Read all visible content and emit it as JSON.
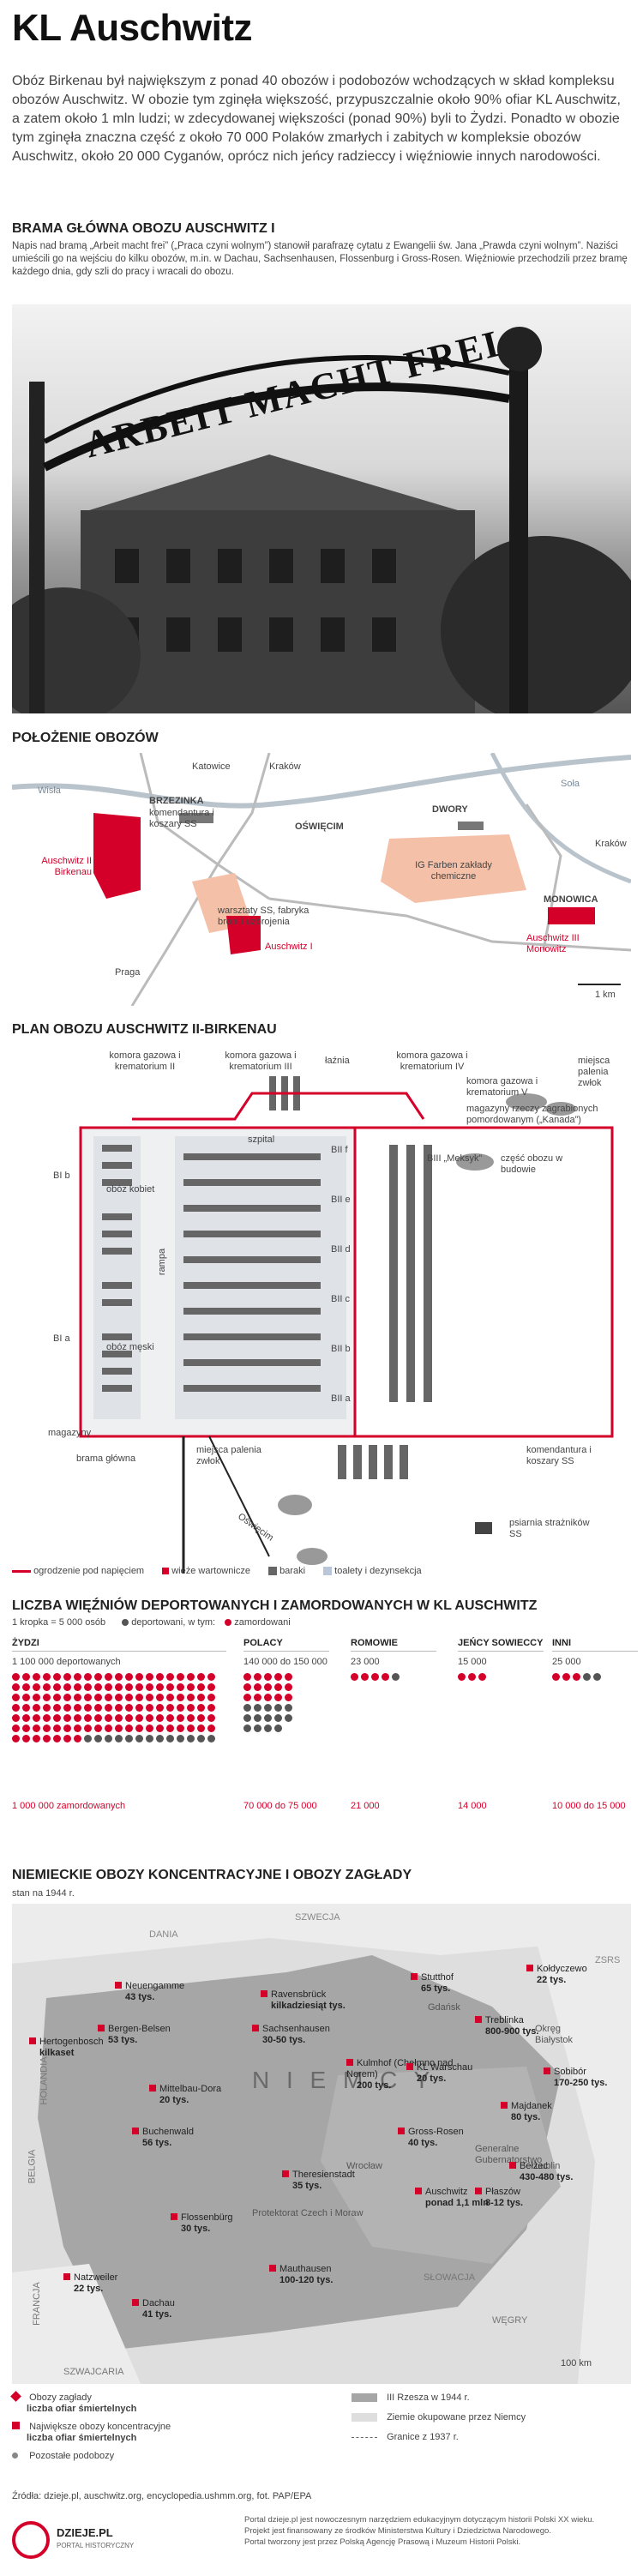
{
  "title": "KL Auschwitz",
  "intro": "Obóz Birkenau był największym z ponad 40 obozów i podobozów wchodzących w skład kompleksu obozów Auschwitz. W obozie tym zginęła większość, przypuszczalnie około 90% ofiar KL Auschwitz, a zatem około 1 mln ludzi; w zdecydowanej większości (ponad 90%) byli to Żydzi. Ponadto w obozie tym zginęła znaczna część z około 70 000 Polaków zmarłych i zabitych w kompleksie obozów Auschwitz, około 20 000 Cyganów, oprócz nich jeńcy radzieccy i więźniowie innych narodowości.",
  "gate": {
    "heading": "BRAMA GŁÓWNA OBOZU AUSCHWITZ I",
    "text": "Napis nad bramą „Arbeit macht frei” („Praca czyni wolnym”) stanowił parafrazę cytatu z Ewangelii św. Jana „Prawda czyni wolnym”. Naziści umieścili go na wejściu do kilku obozów, m.in. w Dachau, Sachsenhausen, Flossenburg i Gross-Rosen. Więźniowie przechodzili przez bramę każdego dnia, gdy szli do pracy i wracali do obozu.",
    "sign_text": "ARBEIT MACHT FREI"
  },
  "location": {
    "heading": "POŁOŻENIE OBOZÓW",
    "labels": {
      "wisla": "Wisła",
      "sola": "Soła",
      "katowice": "Katowice",
      "krakow1": "Kraków",
      "krakow2": "Kraków",
      "praga": "Praga",
      "brzezinka": "BRZEZINKA",
      "komendantura": "komendantura i koszary SS",
      "oswiecim": "OŚWIĘCIM",
      "dwory": "DWORY",
      "igfarben": "IG Farben zakłady chemiczne",
      "monowica": "MONOWICA",
      "warsztaty": "warsztaty SS, fabryka broni i uzbrojenia",
      "auschwitz2": "Auschwitz II Birkenau",
      "auschwitz1": "Auschwitz I",
      "auschwitz3": "Auschwitz III Monowitz",
      "scale": "1 km"
    }
  },
  "plan": {
    "heading": "PLAN OBOZU AUSCHWITZ II-BIRKENAU",
    "labels": {
      "gas2": "komora gazowa i krematorium II",
      "gas3": "komora gazowa i krematorium III",
      "laznia": "łaźnia",
      "gas4": "komora gazowa i krematorium IV",
      "palenia1": "miejsca palenia zwłok",
      "gas5": "komora gazowa i krematorium V",
      "kanada": "magazyny rzeczy zagrabionych pomordowanym („Kanada”)",
      "meksyk": "BIII „Meksyk”",
      "budowa": "część obozu w budowie",
      "szpital": "szpital",
      "obozkobiet": "obóz kobiet",
      "oboz_meski": "obóz męski",
      "rampa": "rampa",
      "magazyny": "magazyny",
      "brama": "brama główna",
      "palenia2": "miejsca palenia zwłok",
      "kom_ss": "komendantura i koszary SS",
      "psiarnia": "psiarnia strażników SS",
      "oswiecim": "Oświęcim",
      "blb1": "BI b",
      "bla": "BI a",
      "bllf": "BII f",
      "blle": "BII e",
      "blld": "BII d",
      "bllc": "BII c",
      "bllb": "BII b",
      "blla": "BII a"
    },
    "legend": {
      "fence": "ogrodzenie pod napięciem",
      "tower": "wieże wartownicze",
      "barracks": "baraki",
      "toilets": "toalety i dezynsekcja"
    }
  },
  "prisoners": {
    "heading": "LICZBA WIĘŹNIÓW DEPORTOWANYCH I ZAMORDOWANYCH W KL AUSCHWITZ",
    "legend_dot": "1 kropka = 5 000 osób",
    "legend_dep": "deportowani, w tym:",
    "legend_kill": "zamordowani",
    "groups": [
      {
        "name": "ŻYDZI",
        "deported": "1 100 000 deportowanych",
        "killed": "1 000 000 zamordowanych",
        "dep_dots": 220,
        "kill_dots": 200
      },
      {
        "name": "POLACY",
        "deported": "140 000 do 150 000",
        "killed": "70 000 do 75 000",
        "dep_dots": 29,
        "kill_dots": 15
      },
      {
        "name": "ROMOWIE",
        "deported": "23 000",
        "killed": "21 000",
        "dep_dots": 5,
        "kill_dots": 4
      },
      {
        "name": "JEŃCY SOWIECCY",
        "deported": "15 000",
        "killed": "14 000",
        "dep_dots": 3,
        "kill_dots": 3
      },
      {
        "name": "INNI",
        "deported": "25 000",
        "killed": "10 000 do 15 000",
        "dep_dots": 5,
        "kill_dots": 3
      }
    ]
  },
  "camps": {
    "heading": "NIEMIECKIE OBOZY KONCENTRACYJNE I OBOZY ZAGŁADY",
    "subheading": "stan na 1944 r.",
    "countries": {
      "dania": "DANIA",
      "szwecja": "SZWECJA",
      "zsrs": "ZSRS",
      "niemcy": "N I E M C Y",
      "generalne": "Generalne Gubernatorstwo",
      "protektorat": "Protektorat Czech i Moraw",
      "okreg": "Okręg Białystok",
      "slowacja": "SŁOWACJA",
      "wegry": "WĘGRY",
      "szwajcaria": "SZWAJCARIA",
      "francja": "FRANCJA",
      "belgia": "BELGIA",
      "holandia": "HOLANDIA",
      "gdansk": "Gdańsk",
      "lublin": "Lublin",
      "wroclaw": "Wrocław"
    },
    "items": [
      {
        "name": "Neuengamme",
        "value": "43 tys."
      },
      {
        "name": "Ravensbrück",
        "value": "kilkadziesiąt tys."
      },
      {
        "name": "Stutthof",
        "value": "65 tys."
      },
      {
        "name": "Kołdyczewo",
        "value": "22 tys."
      },
      {
        "name": "Bergen-Belsen",
        "value": "53 tys."
      },
      {
        "name": "Sachsenhausen",
        "value": "30-50 tys."
      },
      {
        "name": "Treblinka",
        "value": "800-900 tys."
      },
      {
        "name": "Hertogenbosch",
        "value": "kilkaset"
      },
      {
        "name": "Mittelbau-Dora",
        "value": "20 tys."
      },
      {
        "name": "Kulmhof (Chełmno nad Nerem)",
        "value": "200 tys."
      },
      {
        "name": "KL Warschau",
        "value": "20 tys."
      },
      {
        "name": "Sobibór",
        "value": "170-250 tys."
      },
      {
        "name": "Majdanek",
        "value": "80 tys."
      },
      {
        "name": "Buchenwald",
        "value": "56 tys."
      },
      {
        "name": "Gross-Rosen",
        "value": "40 tys."
      },
      {
        "name": "Bełżec",
        "value": "430-480 tys."
      },
      {
        "name": "Theresienstadt",
        "value": "35 tys."
      },
      {
        "name": "Auschwitz",
        "value": "ponad 1,1 mln"
      },
      {
        "name": "Płaszów",
        "value": "8-12 tys."
      },
      {
        "name": "Flossenbürg",
        "value": "30 tys."
      },
      {
        "name": "Natzweiler",
        "value": "22 tys."
      },
      {
        "name": "Mauthausen",
        "value": "100-120 tys."
      },
      {
        "name": "Dachau",
        "value": "41 tys."
      }
    ],
    "scale": "100 km",
    "legend": {
      "zaglady_title": "Obozy zagłady",
      "zaglady_sub": "liczba ofiar śmiertelnych",
      "konc_title": "Największe obozy koncentracyjne",
      "konc_sub": "liczba ofiar śmiertelnych",
      "pozostale": "Pozostałe podobozy",
      "rzesza": "III Rzesza w 1944 r.",
      "okupowane": "Ziemie okupowane przez Niemcy",
      "granice": "Granice z 1937 r."
    }
  },
  "footer": {
    "sources": "Źródła: dzieje.pl, auschwitz.org, encyclopedia.ushmm.org, fot. PAP/EPA",
    "logo": "DZIEJE.PL",
    "logo_sub": "PORTAL HISTORYCZNY",
    "note1": "Portal dzieje.pl jest nowoczesnym narzędziem edukacyjnym dotyczącym historii Polski XX wieku.",
    "note2": "Projekt jest finansowany ze środków Ministerstwa Kultury i Dziedzictwa Narodowego.",
    "note3": "Portal tworzony jest przez Polską Agencję Prasową i Muzeum Historii Polski."
  },
  "colors": {
    "accent": "#d4002a",
    "gray": "#6b6b6b",
    "light": "#d9d9d9"
  }
}
